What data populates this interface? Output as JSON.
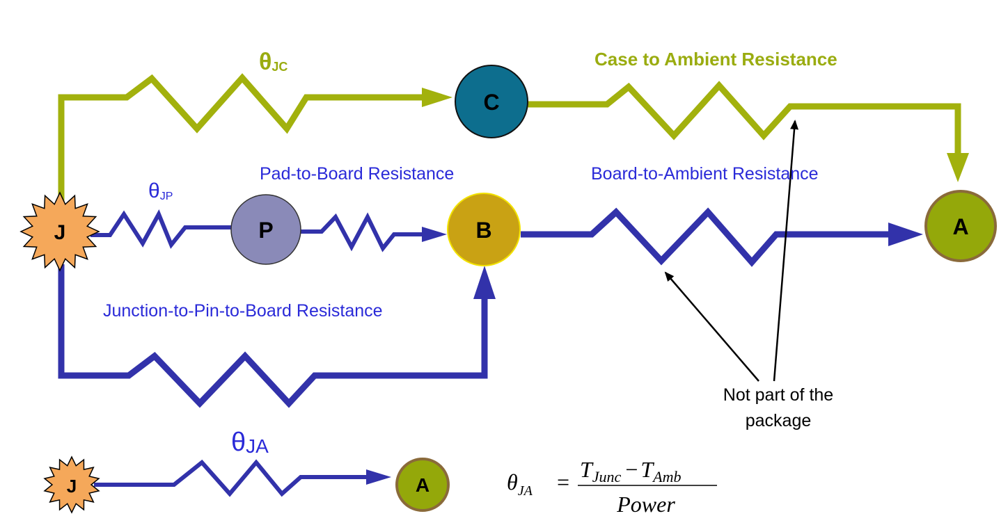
{
  "colors": {
    "olive_path": "#a2b10d",
    "blue_path": "#3232aa",
    "label_blue": "#2a2ad8",
    "olive_text": "#9aac10",
    "junction_fill": "#f5a85a",
    "case_fill": "#0d6e8e",
    "pad_fill": "#8a8ab8",
    "board_fill": "#c9a214",
    "ambient_fill": "#94a80a",
    "ambient_ring": "#8a6a3a"
  },
  "nodes": {
    "junction": "J",
    "case": "C",
    "pad": "P",
    "board": "B",
    "ambient": "A",
    "junction_small": "J",
    "ambient_small": "A"
  },
  "labels": {
    "theta_symbol": "θ",
    "theta_jc_sub": "JC",
    "theta_jp_sub": "JP",
    "theta_ja_sub": "JA",
    "case_to_ambient": "Case to Ambient Resistance",
    "pad_to_board": "Pad-to-Board Resistance",
    "board_to_ambient": "Board-to-Ambient Resistance",
    "junction_pin_board": "Junction-to-Pin-to-Board Resistance",
    "not_part_line1": "Not part of the",
    "not_part_line2": "package"
  },
  "formula": {
    "lhs_symbol": "θ",
    "lhs_sub": "JA",
    "equals": "=",
    "num_t1": "T",
    "num_t1_sub": "Junc",
    "minus": "−",
    "num_t2": "T",
    "num_t2_sub": "Amb",
    "denominator": "Power"
  }
}
